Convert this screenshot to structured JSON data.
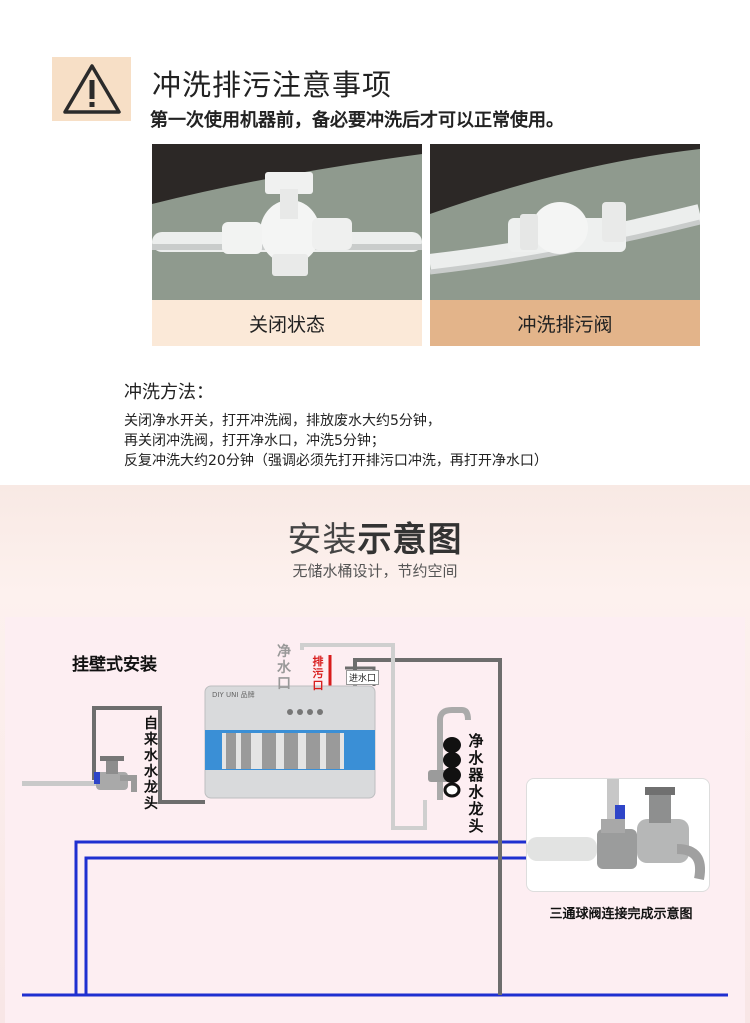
{
  "flush": {
    "title": "冲洗排污注意事项",
    "subtitle": "第一次使用机器前，备必要冲洗后才可以正常使用。",
    "captions": [
      "关闭状态",
      "冲洗排污阀"
    ],
    "method_title": "冲洗方法：",
    "method_lines": [
      "关闭净水开关，打开冲洗阀，排放废水大约5分钟，",
      "再关闭冲洗阀，打开净水口，冲洗5分钟；",
      "反复冲洗大约20分钟（强调必须先打开排污口冲洗，再打开净水口）"
    ]
  },
  "install": {
    "title_light": "安装",
    "title_bold": "示意图",
    "subtitle": "无储水桶设计，节约空间",
    "wall_label": "挂壁式安装",
    "tap_water_label": "自来水水龙头",
    "pure_outlet_label": "净水口",
    "drain_label": "排污口",
    "inlet_label": "进水口",
    "purifier_tap_label": "净水器水龙头",
    "device_brand": "DIY UNI 品牌",
    "inset_caption": "三通球阀连接完成示意图"
  },
  "colors": {
    "warn_bg": "#f7dfc6",
    "caption_closed": "#fbe9d8",
    "caption_flush": "#e3b48a",
    "pipe_blue": "#1f2fd0",
    "pipe_gray": "#6d6d6d",
    "drain_red": "#d81c1c",
    "device_blue": "#3a8fd6"
  },
  "icons": [
    "warning-triangle-icon"
  ]
}
